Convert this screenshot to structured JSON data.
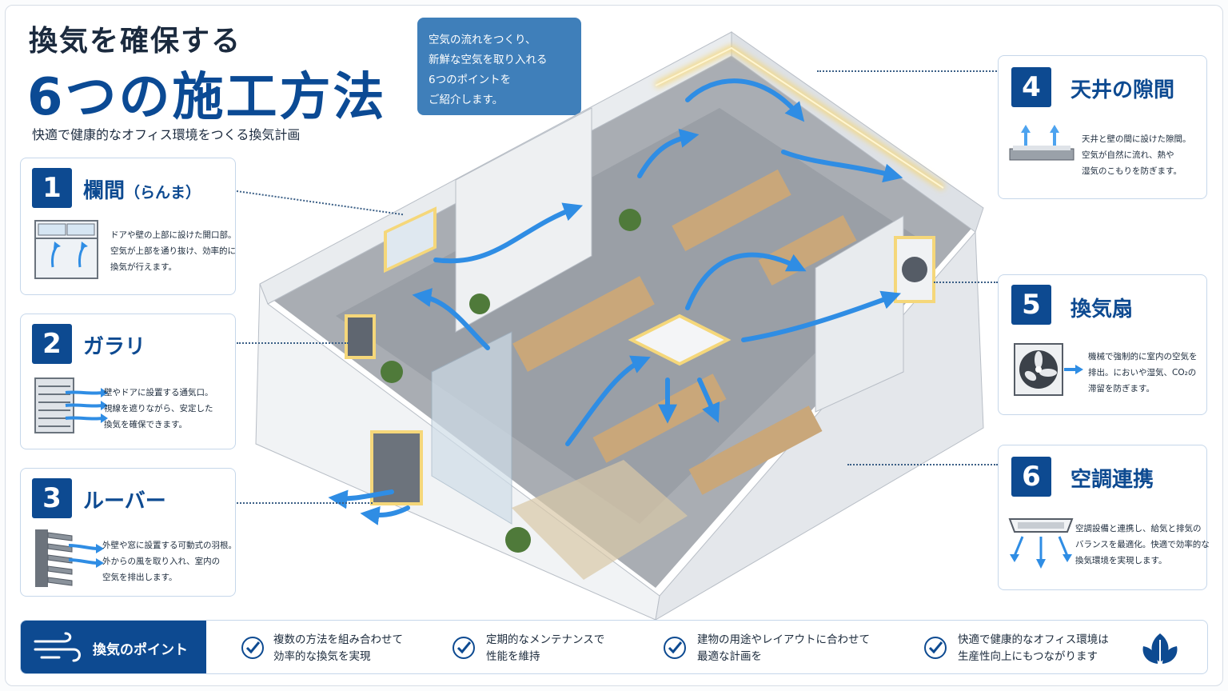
{
  "header": {
    "title_line1": "換気を確保する",
    "title_line2": "6つの施工方法",
    "subtitle": "快適で健康的なオフィス環境をつくる換気計画"
  },
  "intro": {
    "lines": [
      "空気の流れをつくり、",
      "新鮮な空気を取り入れる",
      "6つのポイントを",
      "ご紹介します。"
    ]
  },
  "methods": [
    {
      "number": "1",
      "title": "欄間",
      "title_sub": "（らんま）",
      "icon": "transom-window-icon",
      "desc": [
        "ドアや壁の上部に設けた開口部。",
        "空気が上部を通り抜け、効率的に",
        "換気が行えます。"
      ]
    },
    {
      "number": "2",
      "title": "ガラリ",
      "icon": "gallery-vent-icon",
      "desc": [
        "壁やドアに設置する通気口。",
        "視線を遮りながら、安定した",
        "換気を確保できます。"
      ]
    },
    {
      "number": "3",
      "title": "ルーバー",
      "icon": "louver-icon",
      "desc": [
        "外壁や窓に設置する可動式の羽根。",
        "外からの風を取り入れ、室内の",
        "空気を排出します。"
      ]
    },
    {
      "number": "4",
      "title": "天井の隙間",
      "icon": "ceiling-gap-icon",
      "desc": [
        "天井と壁の間に設けた隙間。",
        "空気が自然に流れ、熱や",
        "湿気のこもりを防ぎます。"
      ]
    },
    {
      "number": "5",
      "title": "換気扇",
      "icon": "ventilation-fan-icon",
      "desc": [
        "機械で強制的に室内の空気を",
        "排出。においや湿気、CO₂の",
        "滞留を防ぎます。"
      ]
    },
    {
      "number": "6",
      "title": "空調連携",
      "icon": "ceiling-air-conditioner-icon",
      "desc": [
        "空調設備と連携し、給気と排気の",
        "バランスを最適化。快適で効率的な",
        "換気環境を実現します。"
      ]
    }
  ],
  "points": {
    "label": "換気のポイント",
    "items": [
      [
        "複数の方法を組み合わせて",
        "効率的な換気を実現"
      ],
      [
        "定期的なメンテナンスで",
        "性能を維持"
      ],
      [
        "建物の用途やレイアウトに合わせて",
        "最適な計画を"
      ],
      [
        "快適で健康的なオフィス環境は",
        "生産性向上にもつながります"
      ]
    ]
  },
  "colors": {
    "brand_blue": "#0d4a91",
    "intro_blue": "#3f7fba",
    "airflow_blue": "#2f8de4",
    "highlight_glow": "#f5d77a"
  }
}
